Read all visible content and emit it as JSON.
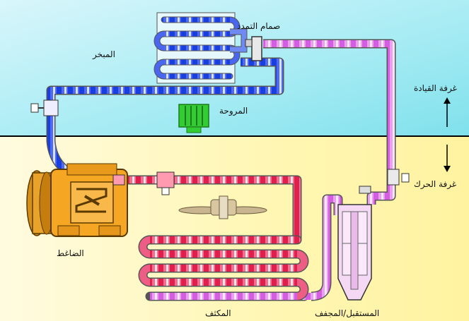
{
  "labels": {
    "evaporator": "المبخر",
    "expansion_valve": "صمام التمدد",
    "blower_fan": "المروحة",
    "cabin": "غرفة القيادة",
    "engine_bay": "غرفة الحرك",
    "compressor": "الضاغط",
    "condenser": "المكثف",
    "receiver_drier": "المستقبل/المجفف"
  },
  "colors": {
    "cabin_bg": "#b4f0f6",
    "engine_bg": "#fff7b0",
    "low_pressure_line": "#1a3fe0",
    "high_pressure_line": "#e8305a",
    "liquid_line": "#e070e8",
    "compressor_body": "#f5a623",
    "blower_fan": "#33cc33",
    "divider": "#000000"
  },
  "icons": [
    "arrow-up-icon",
    "arrow-down-icon",
    "cooling-fan-icon",
    "compressor-icon",
    "blower-fan-icon"
  ]
}
